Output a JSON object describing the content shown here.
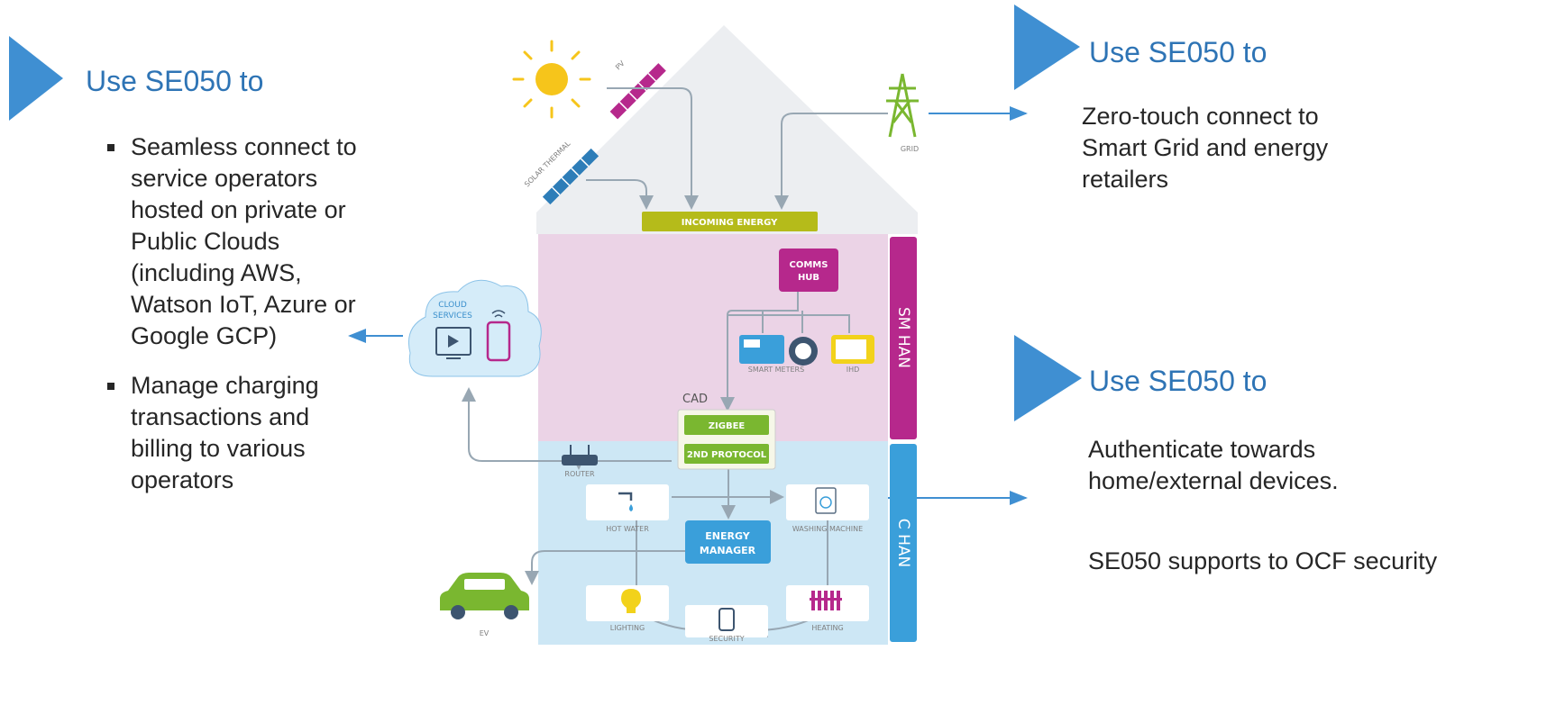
{
  "left_panel": {
    "heading": "Use SE050 to",
    "bullets": [
      "Seamless connect to service operators hosted on private or Public Clouds (including AWS, Watson IoT, Azure or Google GCP)",
      "Manage charging transactions and billing to various operators"
    ]
  },
  "top_right_panel": {
    "heading": "Use SE050 to",
    "text": "Zero-touch connect to Smart Grid and energy retailers"
  },
  "bottom_right_panel": {
    "heading": "Use SE050 to",
    "text1": "Authenticate towards home/external devices.",
    "text2": "SE050 supports to OCF security"
  },
  "diagram": {
    "solar_thermal": "SOLAR THERMAL",
    "pv": "PV",
    "grid": "GRID",
    "incoming_energy": "INCOMING ENERGY",
    "comms_hub": [
      "COMMS",
      "HUB"
    ],
    "sm_han": "SM HAN",
    "c_han": "C HAN",
    "cloud_services": [
      "CLOUD",
      "SERVICES"
    ],
    "smart_meter": "SMART METERS",
    "ihd": "IHD",
    "cad": "CAD",
    "zigbee": "ZIGBEE",
    "second_protocol": "2ND PROTOCOL",
    "router": "ROUTER",
    "hot_water": "HOT WATER",
    "washing_machine": "WASHING MACHINE",
    "energy_manager": [
      "ENERGY",
      "MANAGER"
    ],
    "lighting": "LIGHTING",
    "heating": "HEATING",
    "security": "SECURITY",
    "ev": "EV"
  },
  "colors": {
    "accent_blue": "#3F8FD2",
    "heading_blue": "#2E74B5",
    "roof_grey": "#ECEEF1",
    "pink_zone": "#EBD3E6",
    "blue_zone": "#CDE7F5",
    "magenta": "#B6288C",
    "olive": "#B5BB1A",
    "green": "#7AB730",
    "energy_blue": "#3A9FDA",
    "cloud_blue": "#D5ECF9"
  }
}
